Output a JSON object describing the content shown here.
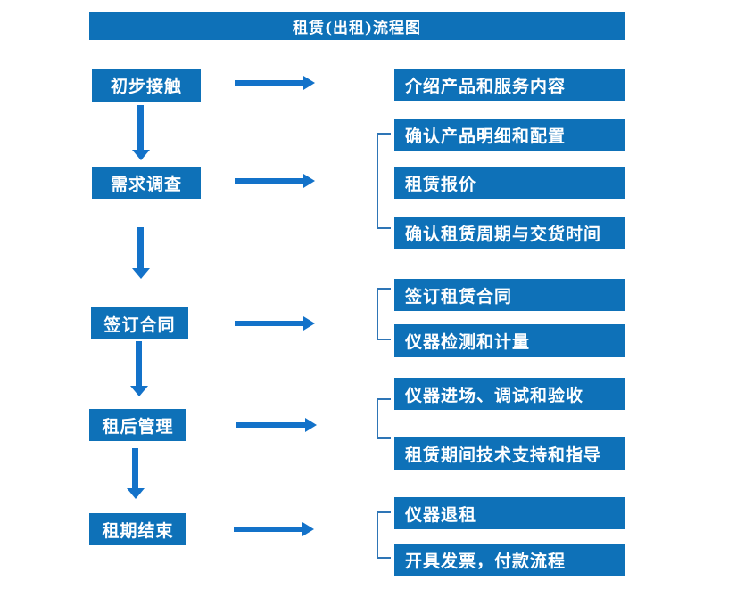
{
  "title": "租赁(出租)流程图",
  "colors": {
    "box_fill": "#0e71b8",
    "arrow": "#1372c9",
    "bracket": "#2e75b6",
    "text": "#ffffff",
    "background": "#ffffff"
  },
  "steps": [
    {
      "label": "初步接触",
      "details": [
        "介绍产品和服务内容"
      ]
    },
    {
      "label": "需求调查",
      "details": [
        "确认产品明细和配置",
        "租赁报价",
        "确认租赁周期与交货时间"
      ]
    },
    {
      "label": "签订合同",
      "details": [
        "签订租赁合同",
        "仪器检测和计量"
      ]
    },
    {
      "label": "租后管理",
      "details": [
        "仪器进场、调试和验收",
        "租赁期间技术支持和指导"
      ]
    },
    {
      "label": "租期结束",
      "details": [
        "仪器退租",
        "开具发票，付款流程"
      ]
    }
  ]
}
